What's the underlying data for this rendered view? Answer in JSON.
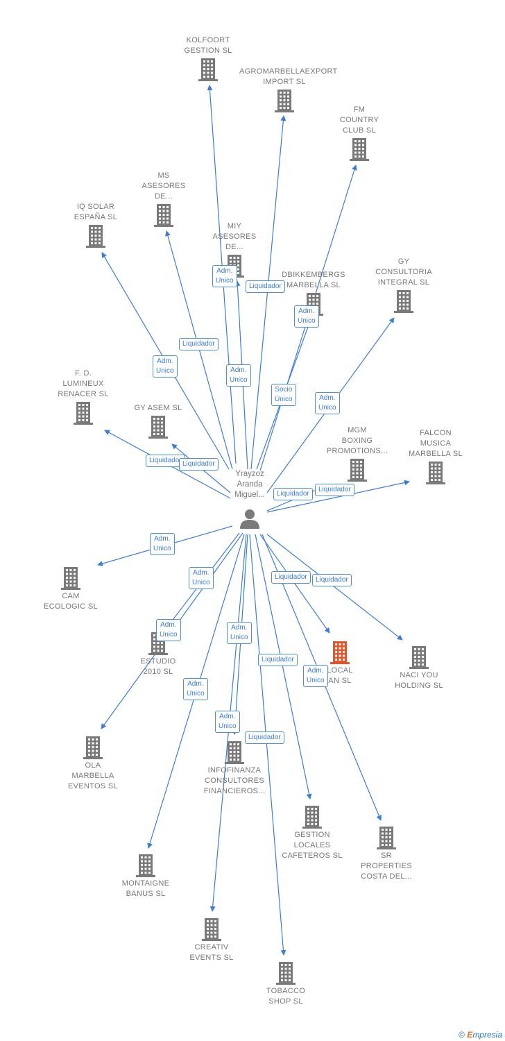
{
  "center": {
    "name": "Yrayzoz\nAranda\nMiguel..."
  },
  "colors": {
    "edge": "#3b7dd8",
    "building": "#7a7a7a",
    "highlight": "#e8542a",
    "badge_border": "#4a90d9"
  },
  "companies": [
    {
      "id": "kolfoort",
      "name": "KOLFOORT\nGESTION  SL",
      "label_above": true
    },
    {
      "id": "agromarbella",
      "name": "AGROMARBELLAEXPORT\nIMPORT SL",
      "label_above": true
    },
    {
      "id": "fm-country",
      "name": "FM\nCOUNTRY\nCLUB  SL",
      "label_above": true
    },
    {
      "id": "ms-asesores",
      "name": "MS\nASESORES\nDE...",
      "label_above": true
    },
    {
      "id": "iq-solar",
      "name": "IQ SOLAR\nESPAÑA  SL",
      "label_above": true
    },
    {
      "id": "miy-asesores",
      "name": "MIY\nASESORES\nDE...",
      "label_above": true
    },
    {
      "id": "dbikkembergs",
      "name": "DBIKKEMBERGS\nMARBELLA SL",
      "label_above": true
    },
    {
      "id": "gy-consultoria",
      "name": "GY\nCONSULTORIA\nINTEGRAL  SL",
      "label_above": true
    },
    {
      "id": "fd-lumineux",
      "name": "F.  D.\nLUMINEUX\nRENACER SL",
      "label_above": true
    },
    {
      "id": "gy-asem",
      "name": "GY ASEM  SL",
      "label_above": true
    },
    {
      "id": "mgm-boxing",
      "name": "MGM\nBOXING\nPROMOTIONS...",
      "label_above": true
    },
    {
      "id": "falcon-musica",
      "name": "FALCON\nMUSICA\nMARBELLA SL",
      "label_above": true
    },
    {
      "id": "cam-ecologic",
      "name": "CAM\nECOLOGIC SL",
      "label_above": false
    },
    {
      "id": "estudio-2010",
      "name": "ESTUDIO\n2010 SL",
      "label_above": false
    },
    {
      "id": "local-an",
      "name": "LOCAL\nAN  SL",
      "label_above": false,
      "highlight": true
    },
    {
      "id": "naci-you",
      "name": "NACI YOU\nHOLDING SL",
      "label_above": false
    },
    {
      "id": "ola-marbella",
      "name": "OLA\nMARBELLA\nEVENTOS  SL",
      "label_above": false
    },
    {
      "id": "infofinanza",
      "name": "INFOFINANZA\nCONSULTORES\nFINANCIEROS...",
      "label_above": false
    },
    {
      "id": "gestion-locales",
      "name": "GESTION\nLOCALES\nCAFETEROS SL",
      "label_above": false
    },
    {
      "id": "sr-properties",
      "name": "SR\nPROPERTIES\nCOSTA DEL...",
      "label_above": false
    },
    {
      "id": "montaigne",
      "name": "MONTAIGNE\nBANUS  SL",
      "label_above": false
    },
    {
      "id": "creativ",
      "name": "CREATIV\nEVENTS  SL",
      "label_above": false
    },
    {
      "id": "tobacco",
      "name": "TOBACCO\nSHOP SL",
      "label_above": false
    }
  ],
  "badges": [
    {
      "id": "b1",
      "text": "Adm.\nUnico"
    },
    {
      "id": "b2",
      "text": "Liquidador"
    },
    {
      "id": "b3",
      "text": "Adm.\nUnico"
    },
    {
      "id": "b4",
      "text": "Liquidador"
    },
    {
      "id": "b5",
      "text": "Adm.\nUnico"
    },
    {
      "id": "b6",
      "text": "Adm.\nUnico"
    },
    {
      "id": "b7",
      "text": "Socio\nÚnico"
    },
    {
      "id": "b8",
      "text": "Adm.\nUnico"
    },
    {
      "id": "b9",
      "text": "Liquidador"
    },
    {
      "id": "b10",
      "text": "Liquidador"
    },
    {
      "id": "b11",
      "text": "Liquidador"
    },
    {
      "id": "b12",
      "text": "Liquidador"
    },
    {
      "id": "b13",
      "text": "Adm.\nUnico"
    },
    {
      "id": "b14",
      "text": "Adm.\nUnico"
    },
    {
      "id": "b15",
      "text": "Liquidador"
    },
    {
      "id": "b16",
      "text": "Liquidador"
    },
    {
      "id": "b17",
      "text": "Adm.\nUnico"
    },
    {
      "id": "b18",
      "text": "Adm.\nUnico"
    },
    {
      "id": "b19",
      "text": "Liquidador"
    },
    {
      "id": "b20",
      "text": "Adm.\nUnico"
    },
    {
      "id": "b21",
      "text": "Adm.\nUnico"
    },
    {
      "id": "b22",
      "text": "Adm.\nUnico"
    },
    {
      "id": "b23",
      "text": "Liquidador"
    }
  ],
  "footer": {
    "copyright": "©",
    "brand_first": "E",
    "brand_rest": "mpresia"
  }
}
